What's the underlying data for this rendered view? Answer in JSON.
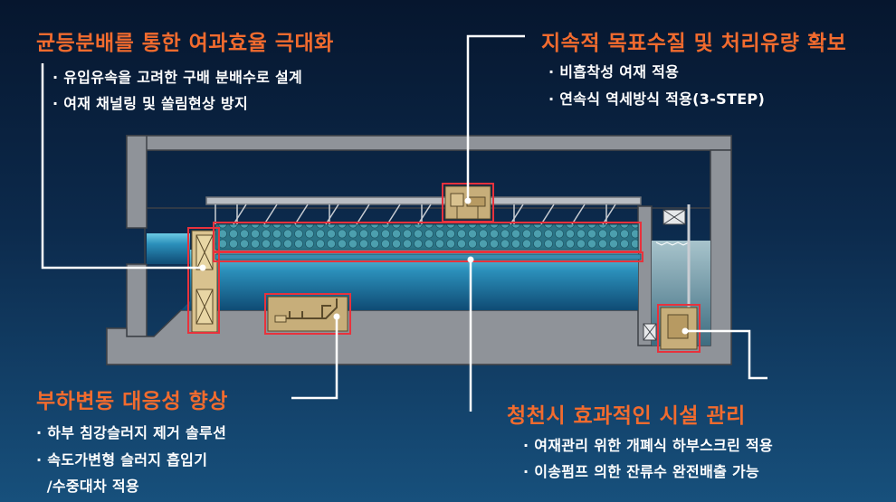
{
  "features": {
    "top_left": {
      "title": "균등분배를 통한 여과효율 극대화",
      "bullets": [
        "· 유입유속을 고려한 구배 분배수로 설계",
        "· 여재 채널링 및 쏠림현상 방지"
      ]
    },
    "top_right": {
      "title": "지속적 목표수질 및 처리유량 확보",
      "bullets": [
        "· 비흡착성 여재 적용",
        "· 연속식 역세방식 적용(3-STEP)"
      ]
    },
    "bottom_left": {
      "title": "부하변동 대응성 향상",
      "bullets": [
        "· 하부 침강슬러지 제거 솔루션",
        "· 속도가변형 슬러지 흡입기",
        "  /수중대차 적용"
      ]
    },
    "bottom_right": {
      "title": "청천시 효과적인 시설 관리",
      "bullets": [
        "· 여재관리 위한 개폐식 하부스크린 적용",
        "· 이송펌프 의한 잔류수 완전배출 가능"
      ]
    }
  },
  "colors": {
    "title": "#f26b2e",
    "text": "#ffffff",
    "highlight": "#e8323c",
    "concrete": "#8f9399",
    "water_deep": "#0f4f78",
    "water_light": "#5cb9d6",
    "media": "#2f7f92"
  }
}
